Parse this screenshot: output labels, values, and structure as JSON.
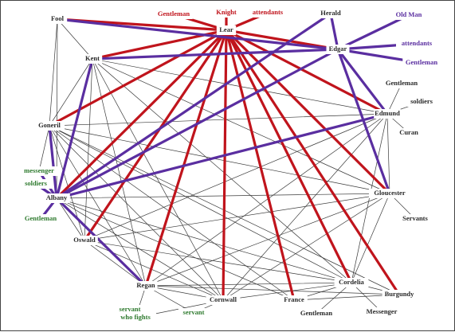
{
  "colors": {
    "black": "#2a2a2a",
    "red": "#c0141c",
    "purple": "#5a2ea0",
    "green": "#2e7a2e",
    "thin": "#3a3a3a"
  },
  "nodes": [
    {
      "id": "lear",
      "label": "Lear",
      "color": "black"
    },
    {
      "id": "gentleman_lear",
      "label": "Gentleman",
      "color": "red"
    },
    {
      "id": "knight",
      "label": "Knight",
      "color": "red"
    },
    {
      "id": "attendants_lear",
      "label": "attendants",
      "color": "red"
    },
    {
      "id": "fool",
      "label": "Fool",
      "color": "black"
    },
    {
      "id": "herald",
      "label": "Herald",
      "color": "black"
    },
    {
      "id": "old_man",
      "label": "Old Man",
      "color": "purple"
    },
    {
      "id": "edgar",
      "label": "Edgar",
      "color": "black"
    },
    {
      "id": "attendants_edgar",
      "label": "attendants",
      "color": "purple"
    },
    {
      "id": "gentleman_edgar",
      "label": "Gentleman",
      "color": "purple"
    },
    {
      "id": "kent",
      "label": "Kent",
      "color": "black"
    },
    {
      "id": "gentleman_edmund",
      "label": "Gentleman",
      "color": "black"
    },
    {
      "id": "soldiers_edmund",
      "label": "soldiers",
      "color": "black"
    },
    {
      "id": "edmund",
      "label": "Edmund",
      "color": "black"
    },
    {
      "id": "curan",
      "label": "Curan",
      "color": "black"
    },
    {
      "id": "goneril",
      "label": "Goneril",
      "color": "black"
    },
    {
      "id": "messenger",
      "label": "messenger",
      "color": "green"
    },
    {
      "id": "soldiers_albany",
      "label": "soldiers",
      "color": "green"
    },
    {
      "id": "albany",
      "label": "Albany",
      "color": "black"
    },
    {
      "id": "gentleman_albany",
      "label": "Gentleman",
      "color": "green"
    },
    {
      "id": "gloucester",
      "label": "Gloucester",
      "color": "black"
    },
    {
      "id": "servants",
      "label": "Servants",
      "color": "black"
    },
    {
      "id": "oswald",
      "label": "Oswald",
      "color": "black"
    },
    {
      "id": "regan",
      "label": "Regan",
      "color": "black"
    },
    {
      "id": "servant_line1",
      "label": "servant",
      "color": "green"
    },
    {
      "id": "servant_line2",
      "label": "who fights",
      "color": "green"
    },
    {
      "id": "servant_cornwall",
      "label": "servant",
      "color": "green"
    },
    {
      "id": "cornwall",
      "label": "Cornwall",
      "color": "black"
    },
    {
      "id": "cordelia",
      "label": "Cordelia",
      "color": "black"
    },
    {
      "id": "burgundy",
      "label": "Burgundy",
      "color": "black"
    },
    {
      "id": "france",
      "label": "France",
      "color": "black"
    },
    {
      "id": "gentleman_cordelia",
      "label": "Gentleman",
      "color": "black"
    },
    {
      "id": "messenger_cordelia",
      "label": "Messenger",
      "color": "black"
    }
  ],
  "edges": [
    {
      "from": "lear",
      "to": "gentleman_lear",
      "type": "red"
    },
    {
      "from": "lear",
      "to": "knight",
      "type": "red"
    },
    {
      "from": "lear",
      "to": "attendants_lear",
      "type": "red"
    },
    {
      "from": "lear",
      "to": "fool",
      "type": "red"
    },
    {
      "from": "lear",
      "to": "kent",
      "type": "red"
    },
    {
      "from": "lear",
      "to": "edgar",
      "type": "red"
    },
    {
      "from": "lear",
      "to": "goneril",
      "type": "red"
    },
    {
      "from": "lear",
      "to": "albany",
      "type": "red"
    },
    {
      "from": "lear",
      "to": "oswald",
      "type": "red"
    },
    {
      "from": "lear",
      "to": "regan",
      "type": "red"
    },
    {
      "from": "lear",
      "to": "cornwall",
      "type": "red"
    },
    {
      "from": "lear",
      "to": "france",
      "type": "red"
    },
    {
      "from": "lear",
      "to": "cordelia",
      "type": "red"
    },
    {
      "from": "lear",
      "to": "burgundy",
      "type": "red"
    },
    {
      "from": "lear",
      "to": "gloucester",
      "type": "red"
    },
    {
      "from": "lear",
      "to": "edmund",
      "type": "red"
    },
    {
      "from": "edgar",
      "to": "herald",
      "type": "purple"
    },
    {
      "from": "edgar",
      "to": "old_man",
      "type": "purple"
    },
    {
      "from": "edgar",
      "to": "attendants_edgar",
      "type": "purple"
    },
    {
      "from": "edgar",
      "to": "gentleman_edgar",
      "type": "purple"
    },
    {
      "from": "edgar",
      "to": "fool",
      "type": "purple"
    },
    {
      "from": "edgar",
      "to": "kent",
      "type": "purple"
    },
    {
      "from": "edgar",
      "to": "albany",
      "type": "purple"
    },
    {
      "from": "edgar",
      "to": "gloucester",
      "type": "purple"
    },
    {
      "from": "edgar",
      "to": "edmund",
      "type": "purple"
    },
    {
      "from": "herald",
      "to": "albany",
      "type": "purple"
    },
    {
      "from": "albany",
      "to": "edmund",
      "type": "purple"
    },
    {
      "from": "albany",
      "to": "kent",
      "type": "purple"
    },
    {
      "from": "albany",
      "to": "goneril",
      "type": "purple"
    },
    {
      "from": "albany",
      "to": "messenger",
      "type": "purple"
    },
    {
      "from": "albany",
      "to": "soldiers_albany",
      "type": "purple"
    },
    {
      "from": "albany",
      "to": "gentleman_albany",
      "type": "purple"
    },
    {
      "from": "albany",
      "to": "regan",
      "type": "purple"
    },
    {
      "from": "fool",
      "to": "kent",
      "type": "thin"
    },
    {
      "from": "fool",
      "to": "albany",
      "type": "thin"
    },
    {
      "from": "kent",
      "to": "goneril",
      "type": "thin"
    },
    {
      "from": "kent",
      "to": "oswald",
      "type": "thin"
    },
    {
      "from": "kent",
      "to": "regan",
      "type": "thin"
    },
    {
      "from": "kent",
      "to": "cornwall",
      "type": "thin"
    },
    {
      "from": "kent",
      "to": "gloucester",
      "type": "thin"
    },
    {
      "from": "kent",
      "to": "cordelia",
      "type": "thin"
    },
    {
      "from": "kent",
      "to": "edmund",
      "type": "thin"
    },
    {
      "from": "goneril",
      "to": "edmund",
      "type": "thin"
    },
    {
      "from": "goneril",
      "to": "gloucester",
      "type": "thin"
    },
    {
      "from": "goneril",
      "to": "oswald",
      "type": "thin"
    },
    {
      "from": "goneril",
      "to": "regan",
      "type": "thin"
    },
    {
      "from": "goneril",
      "to": "cornwall",
      "type": "thin"
    },
    {
      "from": "goneril",
      "to": "cordelia",
      "type": "thin"
    },
    {
      "from": "goneril",
      "to": "france",
      "type": "thin"
    },
    {
      "from": "goneril",
      "to": "burgundy",
      "type": "thin"
    },
    {
      "from": "goneril",
      "to": "messenger",
      "type": "thin"
    },
    {
      "from": "albany",
      "to": "cornwall",
      "type": "thin"
    },
    {
      "from": "albany",
      "to": "oswald",
      "type": "thin"
    },
    {
      "from": "albany",
      "to": "gloucester",
      "type": "thin"
    },
    {
      "from": "albany",
      "to": "cordelia",
      "type": "thin"
    },
    {
      "from": "albany",
      "to": "france",
      "type": "thin"
    },
    {
      "from": "edmund",
      "to": "gentleman_edmund",
      "type": "thin"
    },
    {
      "from": "edmund",
      "to": "soldiers_edmund",
      "type": "thin"
    },
    {
      "from": "edmund",
      "to": "curan",
      "type": "thin"
    },
    {
      "from": "edmund",
      "to": "gloucester",
      "type": "thin"
    },
    {
      "from": "edmund",
      "to": "regan",
      "type": "thin"
    },
    {
      "from": "edmund",
      "to": "cornwall",
      "type": "thin"
    },
    {
      "from": "edmund",
      "to": "oswald",
      "type": "thin"
    },
    {
      "from": "edmund",
      "to": "cordelia",
      "type": "thin"
    },
    {
      "from": "gloucester",
      "to": "servants",
      "type": "thin"
    },
    {
      "from": "gloucester",
      "to": "oswald",
      "type": "thin"
    },
    {
      "from": "gloucester",
      "to": "regan",
      "type": "thin"
    },
    {
      "from": "gloucester",
      "to": "cornwall",
      "type": "thin"
    },
    {
      "from": "gloucester",
      "to": "cordelia",
      "type": "thin"
    },
    {
      "from": "oswald",
      "to": "regan",
      "type": "thin"
    },
    {
      "from": "oswald",
      "to": "cornwall",
      "type": "thin"
    },
    {
      "from": "oswald",
      "to": "cordelia",
      "type": "thin"
    },
    {
      "from": "regan",
      "to": "cornwall",
      "type": "thin"
    },
    {
      "from": "regan",
      "to": "servant_line2",
      "type": "thin"
    },
    {
      "from": "regan",
      "to": "servant_cornwall",
      "type": "thin"
    },
    {
      "from": "regan",
      "to": "cordelia",
      "type": "thin"
    },
    {
      "from": "regan",
      "to": "burgundy",
      "type": "thin"
    },
    {
      "from": "cornwall",
      "to": "servant_line2",
      "type": "thin"
    },
    {
      "from": "cornwall",
      "to": "servant_cornwall",
      "type": "thin"
    },
    {
      "from": "cornwall",
      "to": "cordelia",
      "type": "thin"
    },
    {
      "from": "cordelia",
      "to": "france",
      "type": "thin"
    },
    {
      "from": "cordelia",
      "to": "burgundy",
      "type": "thin"
    },
    {
      "from": "cordelia",
      "to": "gentleman_cordelia",
      "type": "thin"
    },
    {
      "from": "cordelia",
      "to": "messenger_cordelia",
      "type": "thin"
    },
    {
      "from": "france",
      "to": "burgundy",
      "type": "thin"
    },
    {
      "from": "kent",
      "to": "albany",
      "type": "thin"
    },
    {
      "from": "fool",
      "to": "goneril",
      "type": "thin"
    }
  ]
}
